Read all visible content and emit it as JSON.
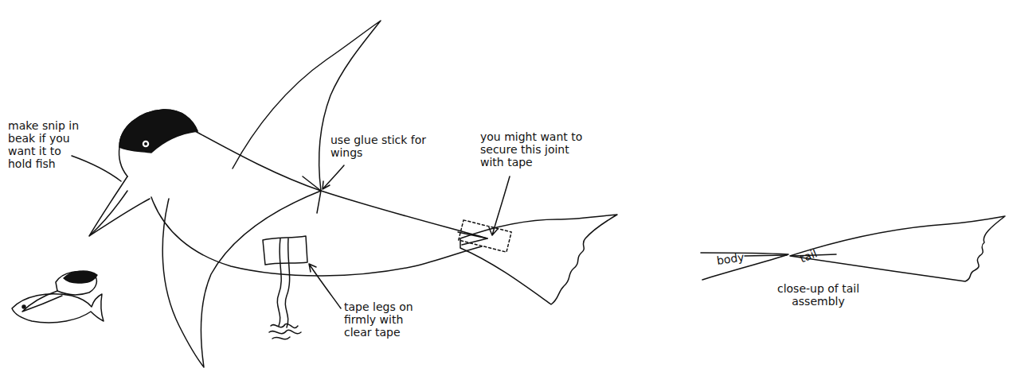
{
  "diagram": {
    "labels": [
      "make snip in beak if you want it to hold fish",
      "use glue stick for wings",
      "you might want to secure this joint with tape",
      "tape legs on firmly with clear tape",
      "body",
      "tail",
      "close-up of tail assembly"
    ]
  }
}
